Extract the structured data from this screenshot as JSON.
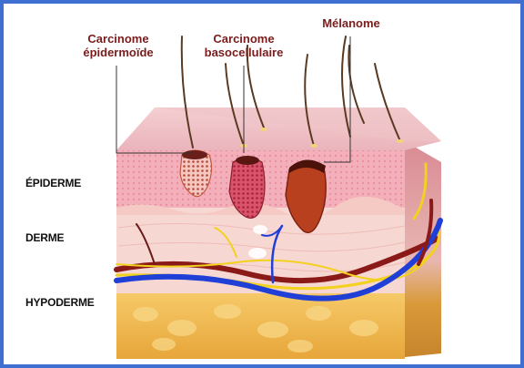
{
  "labels": {
    "carcinome_epidermoide": [
      "Carcinome",
      "épidermoïde"
    ],
    "carcinome_basocellulaire": [
      "Carcinome",
      "basocellulaire"
    ],
    "melanome": "Mélanome"
  },
  "layers": {
    "epiderme": "ÉPIDERME",
    "derme": "DERME",
    "hypoderme": "HYPODERME"
  },
  "colors": {
    "frame": "#3f6fd0",
    "label_text": "#7a1c1c",
    "epidermis": "#f2b8bf",
    "dermis": "#f7d7d2",
    "hypodermis": "#f0b548",
    "vein": "#1f3fd6",
    "artery": "#8a1a18",
    "nerve": "#f2d21e"
  }
}
